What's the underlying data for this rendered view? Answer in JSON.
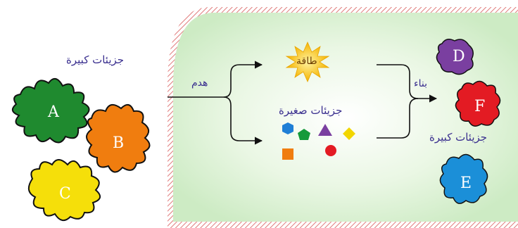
{
  "labels": {
    "large_molecules_left": "جزيئات كبيرة",
    "large_molecules_right": "جزيئات كبيرة",
    "catabolism": "هدم",
    "anabolism": "بناء",
    "energy": "طاقة",
    "small_molecules": "جزيئات صغيرة"
  },
  "molecules": {
    "left": [
      {
        "letter": "A",
        "color": "#1f8a2f"
      },
      {
        "letter": "B",
        "color": "#f07d0f"
      },
      {
        "letter": "C",
        "color": "#f5df0a"
      }
    ],
    "right": [
      {
        "letter": "D",
        "color": "#7a3fa0"
      },
      {
        "letter": "F",
        "color": "#e31b23"
      },
      {
        "letter": "E",
        "color": "#1b8fd8"
      }
    ]
  },
  "colors": {
    "cell_fill": "#dff3d7",
    "cell_border": "#e08a8a",
    "text": "#3a2f8f",
    "energy": "#f7c21a"
  }
}
